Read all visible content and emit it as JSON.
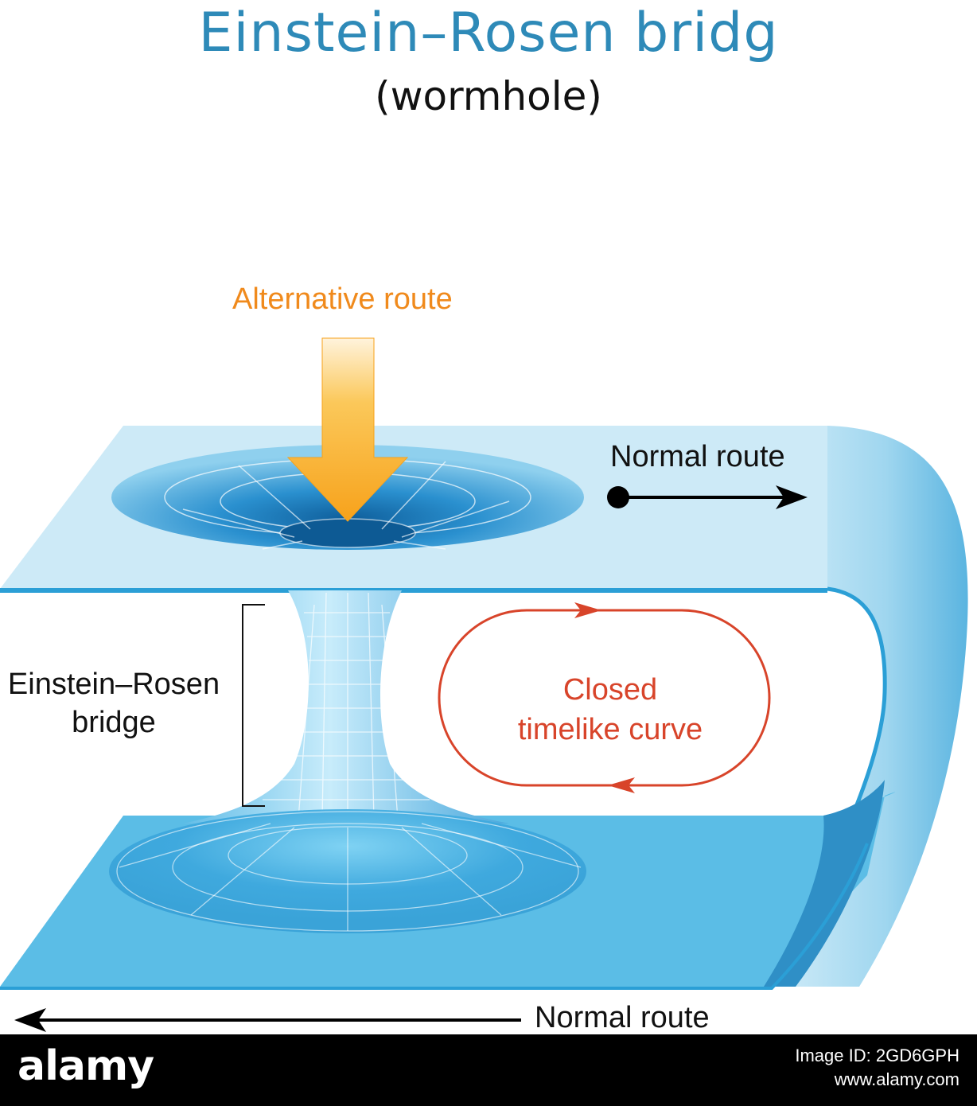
{
  "title": "Einstein–Rosen bridg",
  "subtitle": "(wormhole)",
  "labels": {
    "alternative_route": "Alternative route",
    "normal_route_top": "Normal route",
    "normal_route_bottom": "Normal route",
    "einstein_rosen_line1": "Einstein–Rosen",
    "einstein_rosen_line2": "bridge",
    "closed_curve_line1": "Closed",
    "closed_curve_line2": "timelike curve"
  },
  "colors": {
    "title": "#2e8ab8",
    "sheet_light": "#cdeaf7",
    "sheet_dark": "#5bbde6",
    "edge": "#2b9fd6",
    "arrow_orange": "#f7a21b",
    "curve_red": "#d8442a"
  },
  "footer": {
    "brand": "alamy",
    "image_id": "Image ID: 2GD6GPH",
    "url": "www.alamy.com"
  }
}
